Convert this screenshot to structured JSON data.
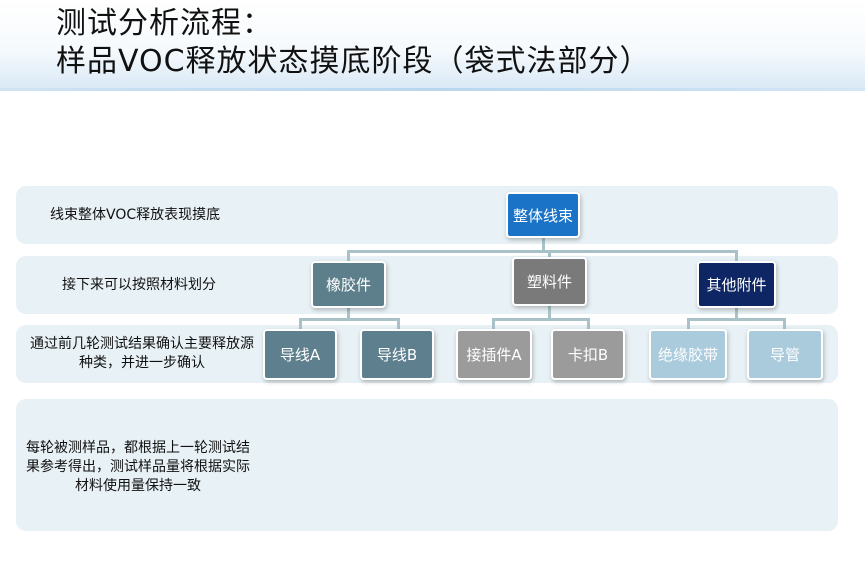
{
  "title": {
    "line1": "测试分析流程：",
    "line2": "样品VOC释放状态摸底阶段（袋式法部分）"
  },
  "rows": [
    {
      "label": "线束整体VOC释放表现摸底"
    },
    {
      "label": "接下来可以按照材料划分"
    },
    {
      "label": "通过前几轮测试结果确认主要释放源种类，并进一步确认"
    },
    {
      "label": "每轮被测样品，都根据上一轮测试结果参考得出，测试样品量将根据实际材料使用量保持一致"
    }
  ],
  "tree": {
    "root": {
      "label": "整体线束",
      "color": "#1a73c6"
    },
    "categories": [
      {
        "label": "橡胶件",
        "color": "#5d7f8c"
      },
      {
        "label": "塑料件",
        "color": "#7a7a7a"
      },
      {
        "label": "其他附件",
        "color": "#0e2664"
      }
    ],
    "items": [
      {
        "label": "导线A",
        "color": "#5e7f8d"
      },
      {
        "label": "导线B",
        "color": "#5e7f8d"
      },
      {
        "label": "接插件A",
        "color": "#9b9b9b"
      },
      {
        "label": "卡扣B",
        "color": "#9b9b9b"
      },
      {
        "label": "绝缘胶带",
        "color": "#a9cbdc"
      },
      {
        "label": "导管",
        "color": "#a9cbdc"
      }
    ]
  }
}
